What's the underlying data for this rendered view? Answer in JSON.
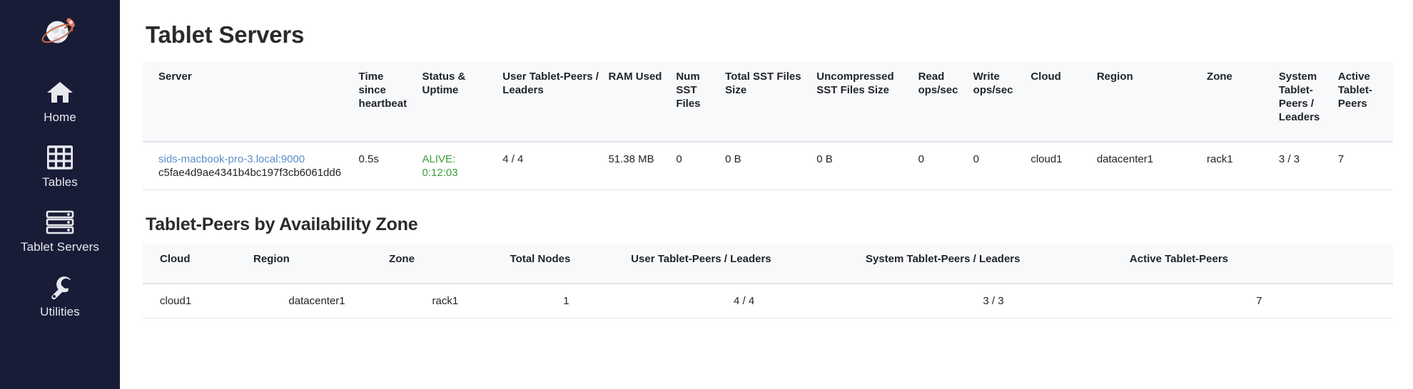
{
  "sidebar": {
    "logo_icon": "planet-rocket-logo",
    "brand_color": "#191c37",
    "items": [
      {
        "label": "Home",
        "icon": "home-icon",
        "key": "home"
      },
      {
        "label": "Tables",
        "icon": "grid-table-icon",
        "key": "tables"
      },
      {
        "label": "Tablet Servers",
        "icon": "server-rack-icon",
        "key": "tablet-servers"
      },
      {
        "label": "Utilities",
        "icon": "wrench-icon",
        "key": "utilities"
      }
    ]
  },
  "main": {
    "page_title": "Tablet Servers",
    "section_title": "Tablet-Peers by Availability Zone"
  },
  "colors": {
    "link": "#5b8fc9",
    "alive_green": "#3c9c3c",
    "header_bg": "#f8f9fa",
    "border": "#dee2e6"
  },
  "tablet_servers_table": {
    "columns": [
      "Server",
      "Time since heartbeat",
      "Status & Uptime",
      "User Tablet-Peers / Leaders",
      "RAM Used",
      "Num SST Files",
      "Total SST Files Size",
      "Uncompressed SST Files Size",
      "Read ops/sec",
      "Write ops/sec",
      "Cloud",
      "Region",
      "Zone",
      "System Tablet-Peers / Leaders",
      "Active Tablet-Peers"
    ],
    "rows": [
      {
        "server_host": "sids-macbook-pro-3.local:9000",
        "server_uuid": "c5fae4d9ae4341b4bc197f3cb6061dd6",
        "time_since_heartbeat": "0.5s",
        "status": "ALIVE:",
        "uptime": "0:12:03",
        "user_tablet_peers_leaders": "4 / 4",
        "ram_used": "51.38 MB",
        "num_sst_files": "0",
        "total_sst_files_size": "0 B",
        "uncompressed_sst_files_size": "0 B",
        "read_ops_sec": "0",
        "write_ops_sec": "0",
        "cloud": "cloud1",
        "region": "datacenter1",
        "zone": "rack1",
        "system_tablet_peers_leaders": "3 / 3",
        "active_tablet_peers": "7"
      }
    ]
  },
  "availability_zone_table": {
    "columns": [
      "Cloud",
      "Region",
      "Zone",
      "Total Nodes",
      "User Tablet-Peers / Leaders",
      "System Tablet-Peers / Leaders",
      "Active Tablet-Peers"
    ],
    "rows": [
      {
        "cloud": "cloud1",
        "region": "datacenter1",
        "zone": "rack1",
        "total_nodes": "1",
        "user_tablet_peers_leaders": "4 / 4",
        "system_tablet_peers_leaders": "3 / 3",
        "active_tablet_peers": "7"
      }
    ]
  }
}
